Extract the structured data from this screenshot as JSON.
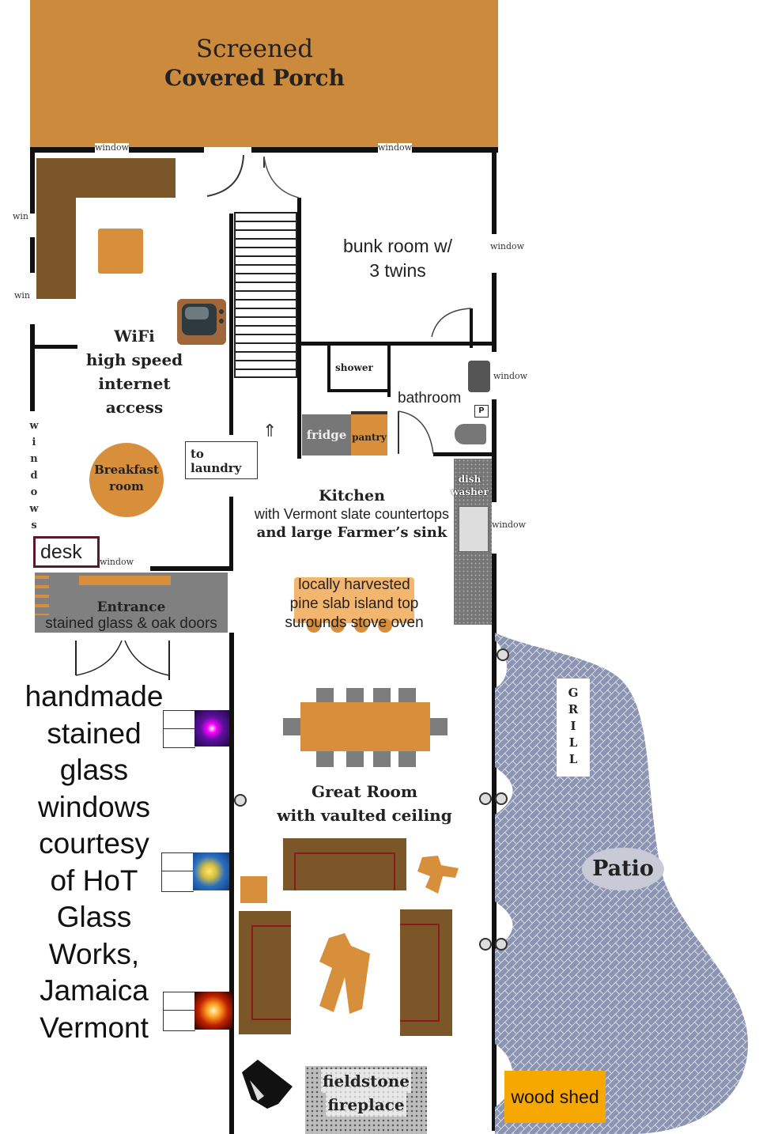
{
  "porch": {
    "line1": "Screened",
    "line2": "Covered Porch"
  },
  "windows": {
    "porch_left": "window",
    "porch_right": "window",
    "left_top_1": "win",
    "left_top_2": "win",
    "bunk_right": "window",
    "bath_right": "window",
    "kitchen_right": "window",
    "entrance_top": "window",
    "left_vertical": "windows"
  },
  "rooms": {
    "bunk": {
      "line1": "bunk room w/",
      "line2": "3 twins"
    },
    "wifi": {
      "line1": "WiFi",
      "line2": "high speed",
      "line3": "internet",
      "line4": "access"
    },
    "shower": "shower",
    "bathroom": "bathroom",
    "fridge": "fridge",
    "pantry": "pantry",
    "laundry": "to laundry",
    "breakfast": {
      "line1": "Breakfast",
      "line2": "room"
    },
    "dishwasher": {
      "line1": "dish",
      "line2": "washer"
    },
    "kitchen": {
      "title": "Kitchen",
      "line2": "with Vermont slate countertops",
      "line3": "and large Farmer’s sink"
    },
    "desk": "desk",
    "entrance": {
      "title": "Entrance",
      "line2": "stained glass & oak doors"
    },
    "island": {
      "line1": "locally harvested",
      "line2": "pine slab island top",
      "line3": "surounds stove oven"
    },
    "great_room": {
      "line1": "Great Room",
      "line2": "with vaulted ceiling"
    },
    "fireplace": {
      "line1": "fieldstone",
      "line2": "fireplace"
    },
    "grill": [
      "G",
      "R",
      "I",
      "L",
      "L"
    ],
    "patio": "Patio",
    "woodshed": "wood shed"
  },
  "stained_glass": {
    "lines": [
      "handmade",
      "stained",
      "glass",
      "windows",
      "courtesy",
      "of HoT",
      "Glass",
      "Works,",
      "Jamaica",
      "Vermont"
    ]
  },
  "colors": {
    "porch": "#cc8a3c",
    "wood_dark": "#7a5628",
    "wood_light": "#d88f3c",
    "slate": "#777777",
    "patio": "#8c94b4",
    "woodshed": "#f6a800"
  }
}
